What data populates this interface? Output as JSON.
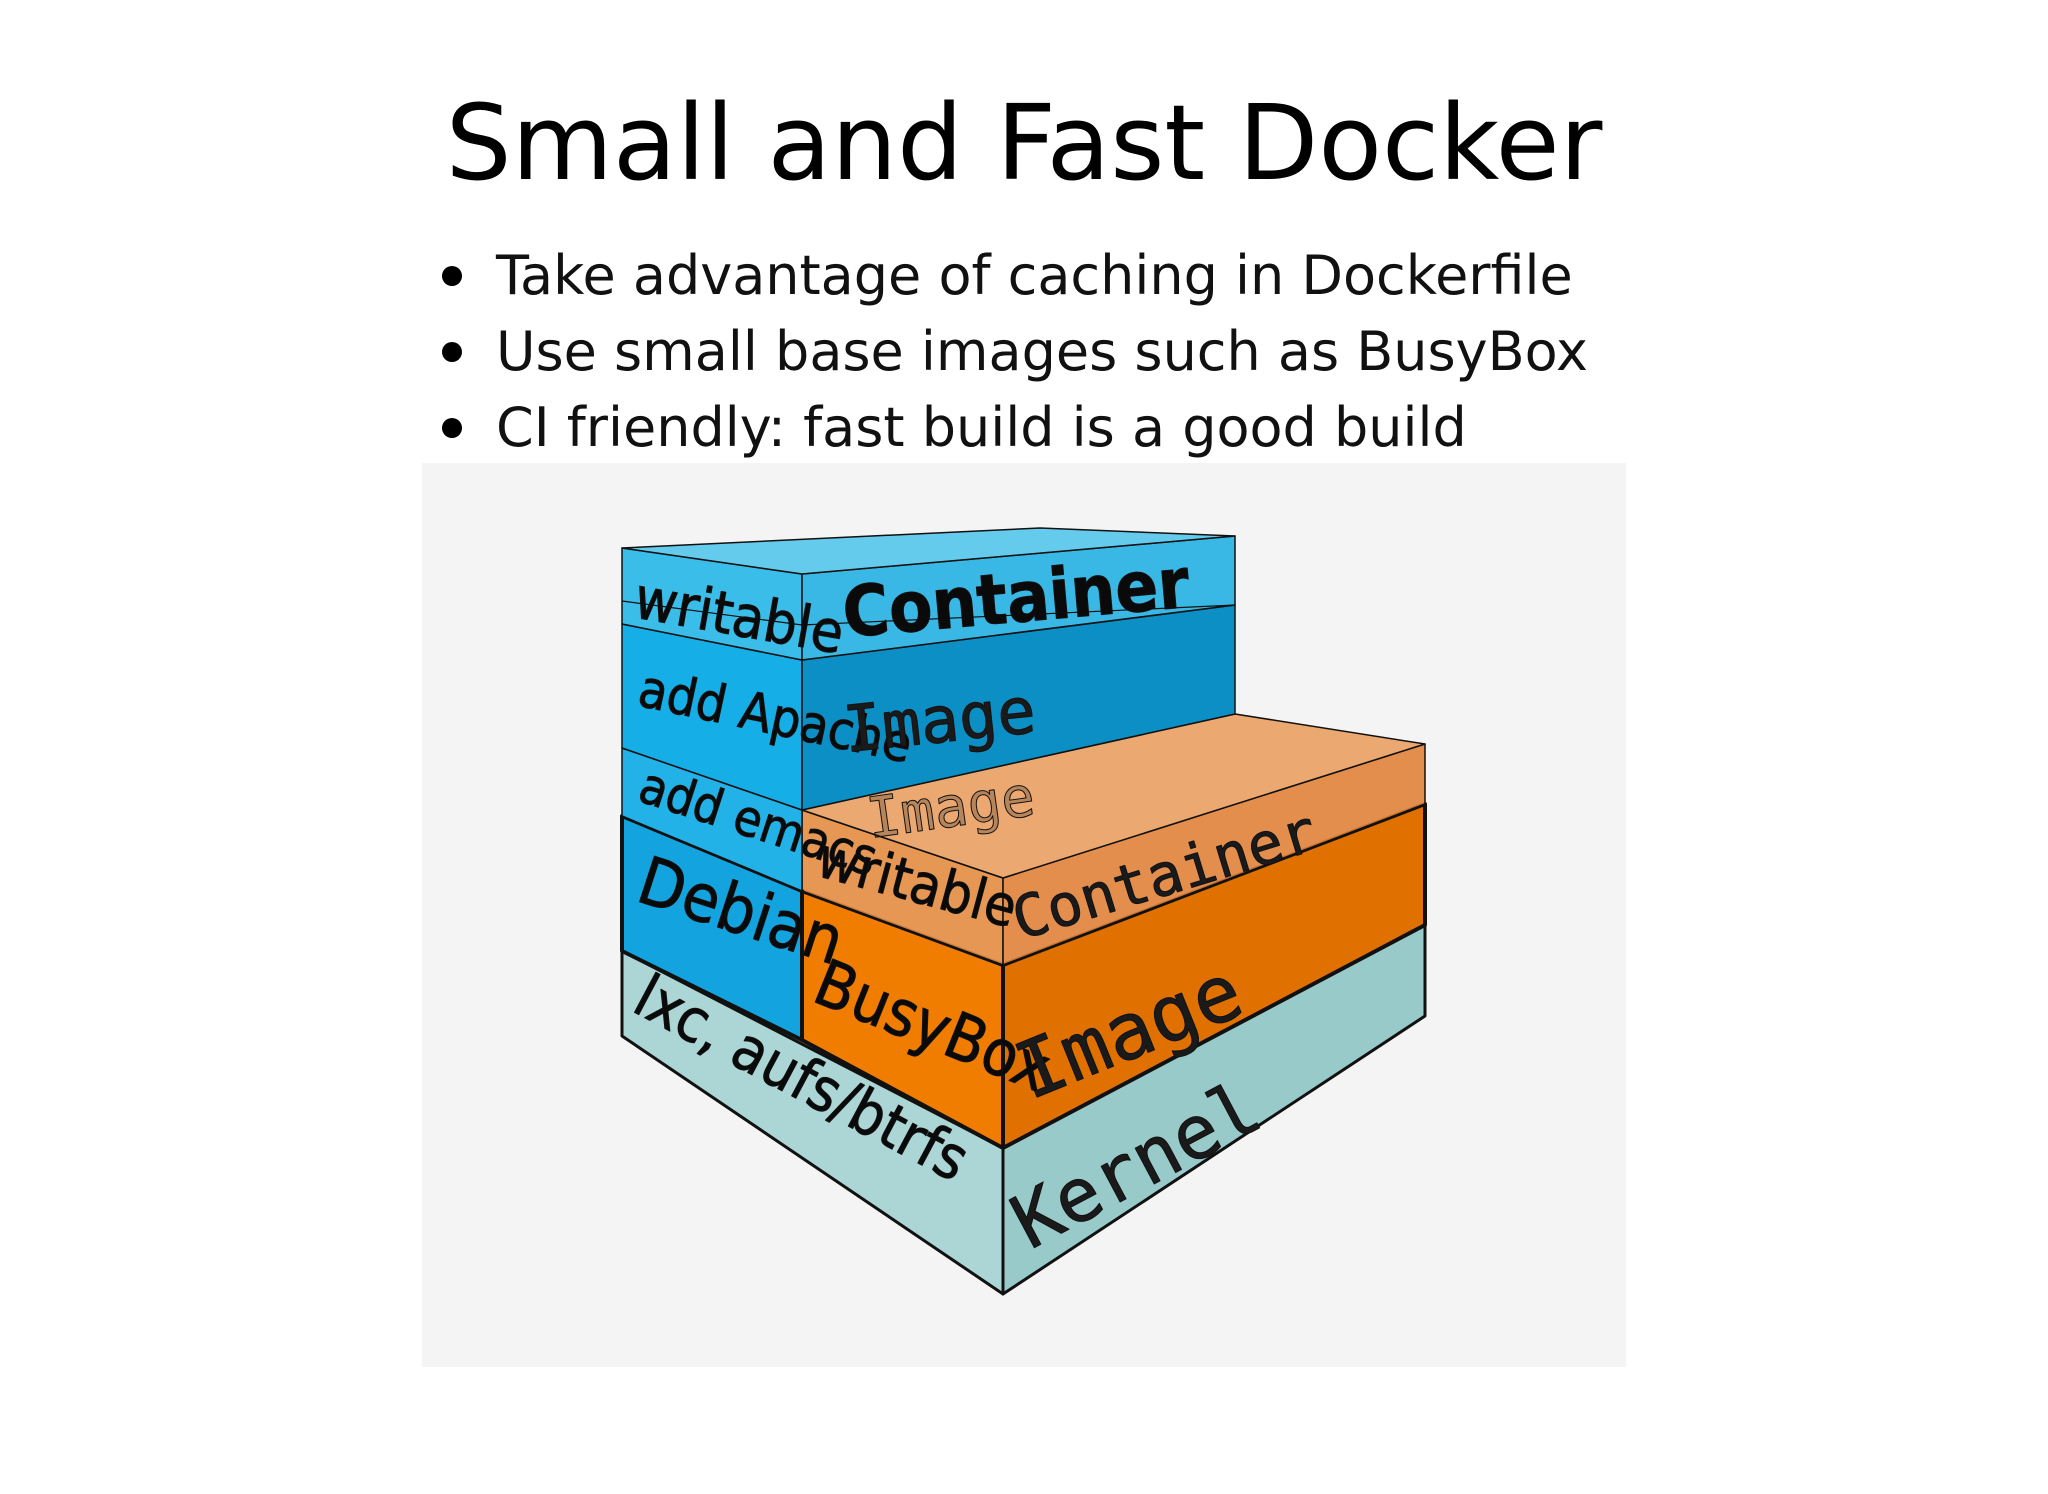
{
  "slide": {
    "title": "Small and Fast Docker",
    "bullets": [
      "Take advantage of caching in Dockerfile",
      "Use small base images such as BusyBox",
      "CI friendly: fast build is a good build"
    ]
  },
  "diagram": {
    "left_stack": {
      "writable": "writable",
      "container": "Container",
      "add_apache": "add Apache",
      "image": "Image",
      "add_emacs": "add emacs",
      "ghost_image": "Image",
      "debian": "Debian"
    },
    "right_stack": {
      "writable": "writable",
      "container": "Container",
      "busybox": "BusyBox",
      "image": "Image"
    },
    "base": {
      "lxc": "lxc, aufs/btrfs",
      "kernel": "Kernel"
    },
    "colors": {
      "blue_light": "#3bbde9",
      "blue_mid": "#13a7e2",
      "blue_dark": "#0b8fc4",
      "orange": "#f07d00",
      "orange_top": "#e4893a",
      "teal_left": "#acd6d6",
      "teal_right": "#98caca",
      "background": "#f4f4f4"
    }
  }
}
